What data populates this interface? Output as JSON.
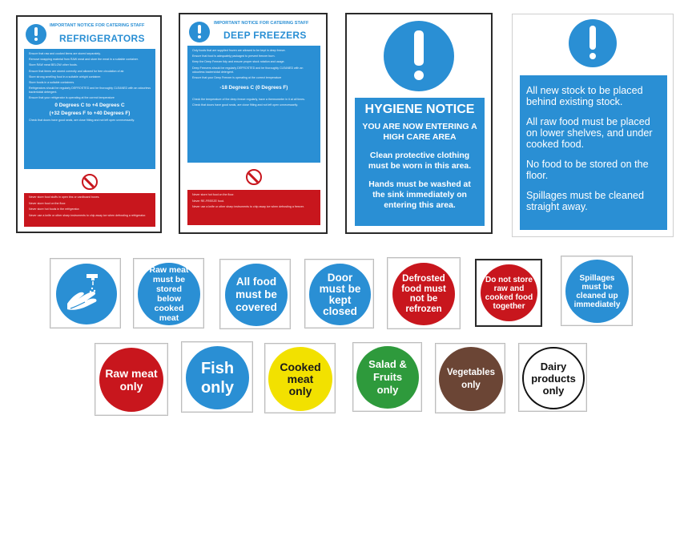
{
  "poster_refrigerators": {
    "notice": "IMPORTANT NOTICE FOR CATERING STAFF",
    "title": "REFRIGERATORS",
    "body_lines": [
      "Ensure that raw and cooked items are stored separately.",
      "Remove wrapping material from RAW meat and store the meat in a suitable container.",
      "Store RAW meat BELOW other foods.",
      "Ensure that items are stored correctly and allowed for free circulation of air.",
      "Store strong smelling food in a suitable airtight container.",
      "Store foods in a suitable containers.",
      "Refrigerators should be regularly DEFROSTED and be thoroughly CLEANED with an odourless bactericidal detergent.",
      "Ensure that your refrigerator is operating at the correct temperature"
    ],
    "temp_line1": "0 Degrees C to +4 Degrees C",
    "temp_line2": "(+32 Degrees F to +40 Degrees F)",
    "footer_line": "Check that doors have good seals, are close fitting and not left open unnecessarily.",
    "warning_lines": [
      "Never store food stuffs in open tins or cardboard boxes.",
      "Never store food on the floor.",
      "Never store hot foods in the refrigerator.",
      "Never use a knife or other sharp instruments to chip away ice when defrosting a refrigerator."
    ]
  },
  "poster_deep_freezers": {
    "notice": "IMPORTANT NOTICE FOR CATERING STAFF",
    "title": "DEEP FREEZERS",
    "body_lines": [
      "Only foods that are supplied frozen are allowed to be kept in deep freeze.",
      "Ensure that food is adequately packaged to prevent freezer burn.",
      "Keep the Deep Freezer tidy and ensure proper stock rotation and usage.",
      "Deep Freezers should be regularly DEFROSTED and be thoroughly CLEANED with an odourless bactericidal detergent.",
      "Ensure that your Deep Freezer is operating at the correct temperature"
    ],
    "temp_line1": "-18 Degrees C  (0 Degrees F)",
    "footer_lines": [
      "Check the temperature of the deep freeze regularly, have a thermometer in it at all times.",
      "Check that doors have good seals, are close fitting and not left open unnecessarily."
    ],
    "warning_lines": [
      "Never store hot food on the floor.",
      "Never RE-FREEZE food.",
      "Never use a knife or other sharp instruments to chip away ice when defrosting a freezer."
    ]
  },
  "poster_hygiene": {
    "title": "HYGIENE NOTICE",
    "subtitle": "YOU ARE NOW ENTERING A HIGH CARE AREA",
    "para1": "Clean protective clothing must be worn in this area.",
    "para2": "Hands must be washed at the sink immediately on entering this area."
  },
  "poster_rules": {
    "para1": "All new stock to be placed behind existing stock.",
    "para2": "All raw food must be placed on lower shelves, and under cooked food.",
    "para3": "No food to be stored on the floor.",
    "para4": "Spillages must be cleaned straight away."
  },
  "row1_signs": [
    {
      "icon": "hand-washing-icon",
      "text": "",
      "color": "#2a8fd4"
    },
    {
      "text": "Raw meat must be stored below cooked meat",
      "color": "#2a8fd4"
    },
    {
      "text": "All food must be covered",
      "color": "#2a8fd4"
    },
    {
      "text": "Door must be kept closed",
      "color": "#2a8fd4"
    },
    {
      "text": "Defrosted food must not be refrozen",
      "color": "#c8161d"
    },
    {
      "text": "Do not store raw and cooked food together",
      "color": "#c8161d"
    },
    {
      "text": "Spillages must be cleaned up immediately",
      "color": "#2a8fd4"
    }
  ],
  "row2_signs": [
    {
      "text": "Raw meat only",
      "color": "#c8161d"
    },
    {
      "text": "Fish only",
      "color": "#2a8fd4"
    },
    {
      "text": "Cooked meat only",
      "color": "#f2e100"
    },
    {
      "text": "Salad & Fruits only",
      "color": "#2e9a3c"
    },
    {
      "text": "Vegetables only",
      "color": "#6b4535"
    },
    {
      "text": "Dairy products only",
      "color": "#ffffff"
    }
  ],
  "colors": {
    "sign_blue": "#2a8fd4",
    "sign_red": "#c8161d",
    "sign_yellow": "#f2e100",
    "sign_green": "#2e9a3c",
    "sign_brown": "#6b4535"
  }
}
